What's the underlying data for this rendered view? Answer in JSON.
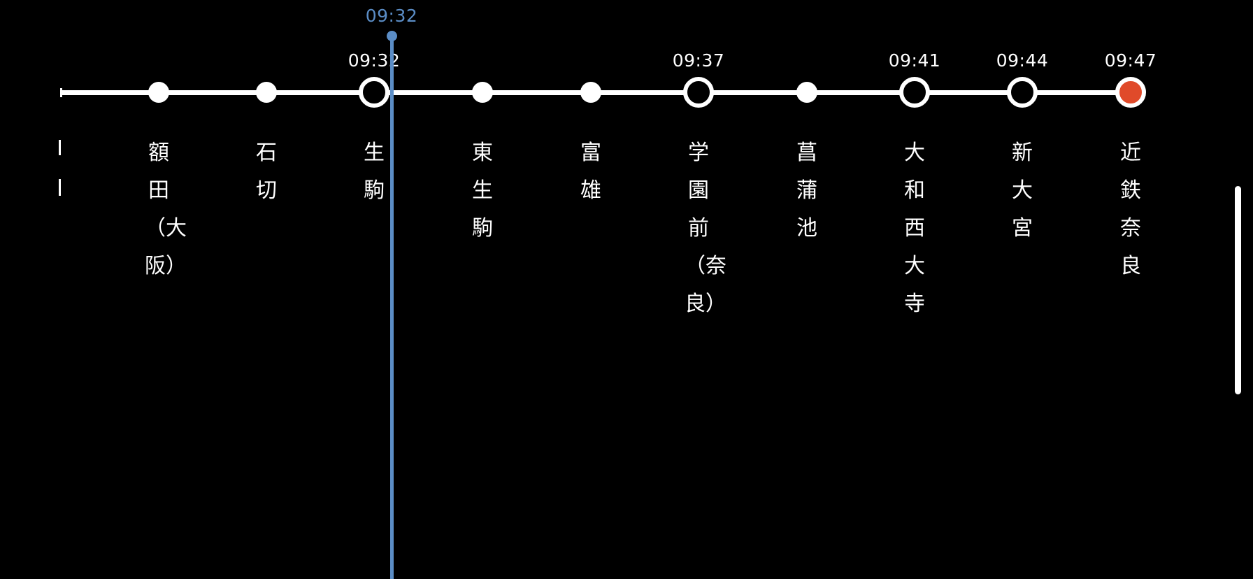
{
  "timeline": {
    "current_time": "09:32",
    "stations": [
      {
        "name": "額田（大阪）",
        "time": "",
        "kind": "minor"
      },
      {
        "name": "石切",
        "time": "",
        "kind": "minor"
      },
      {
        "name": "生駒",
        "time": "09:32",
        "kind": "major"
      },
      {
        "name": "東生駒",
        "time": "",
        "kind": "minor"
      },
      {
        "name": "富雄",
        "time": "",
        "kind": "minor"
      },
      {
        "name": "学園前（奈良）",
        "time": "09:37",
        "kind": "major"
      },
      {
        "name": "菖蒲池",
        "time": "",
        "kind": "minor"
      },
      {
        "name": "大和西大寺",
        "time": "09:41",
        "kind": "major"
      },
      {
        "name": "新大宮",
        "time": "09:44",
        "kind": "major"
      },
      {
        "name": "近鉄奈良",
        "time": "09:47",
        "kind": "final"
      }
    ]
  },
  "colors": {
    "background": "#000000",
    "rail": "#ffffff",
    "cursor": "#5b8dc6",
    "destination": "#e04a2a"
  }
}
